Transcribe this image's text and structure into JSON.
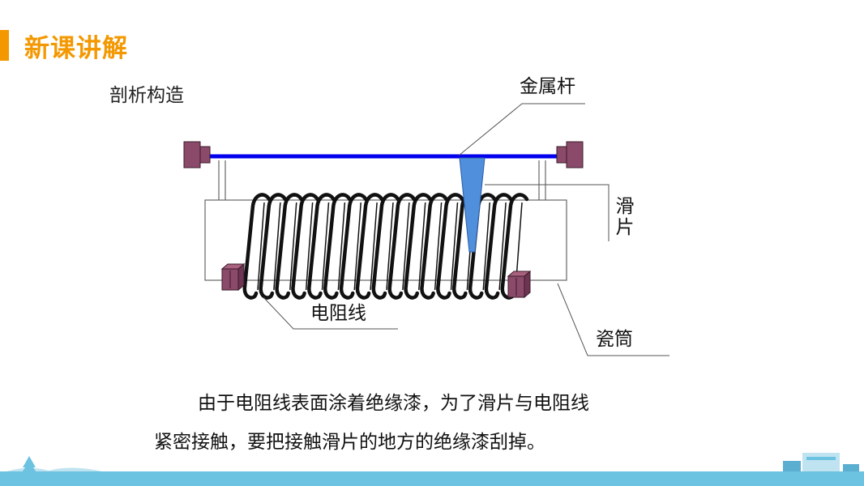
{
  "header": {
    "title": "新课讲解"
  },
  "section": {
    "subtitle": "剖析构造"
  },
  "labels": {
    "metal_rod": "金属杆",
    "slider": "滑片",
    "wire": "电阻线",
    "porcelain_tube": "瓷筒"
  },
  "caption": {
    "line1": "由于电阻线表面涂着绝缘漆，为了滑片与电阻线",
    "line2": "紧密接触，要把接触滑片的地方的绝缘漆刮掉。"
  },
  "colors": {
    "accent": "#f39800",
    "rod": "#0000ee",
    "terminal": "#8b4a69",
    "slider": "#4f8fdc",
    "coil": "#111111",
    "footer": "#6cc2e1"
  },
  "coil": {
    "turns": 17
  }
}
